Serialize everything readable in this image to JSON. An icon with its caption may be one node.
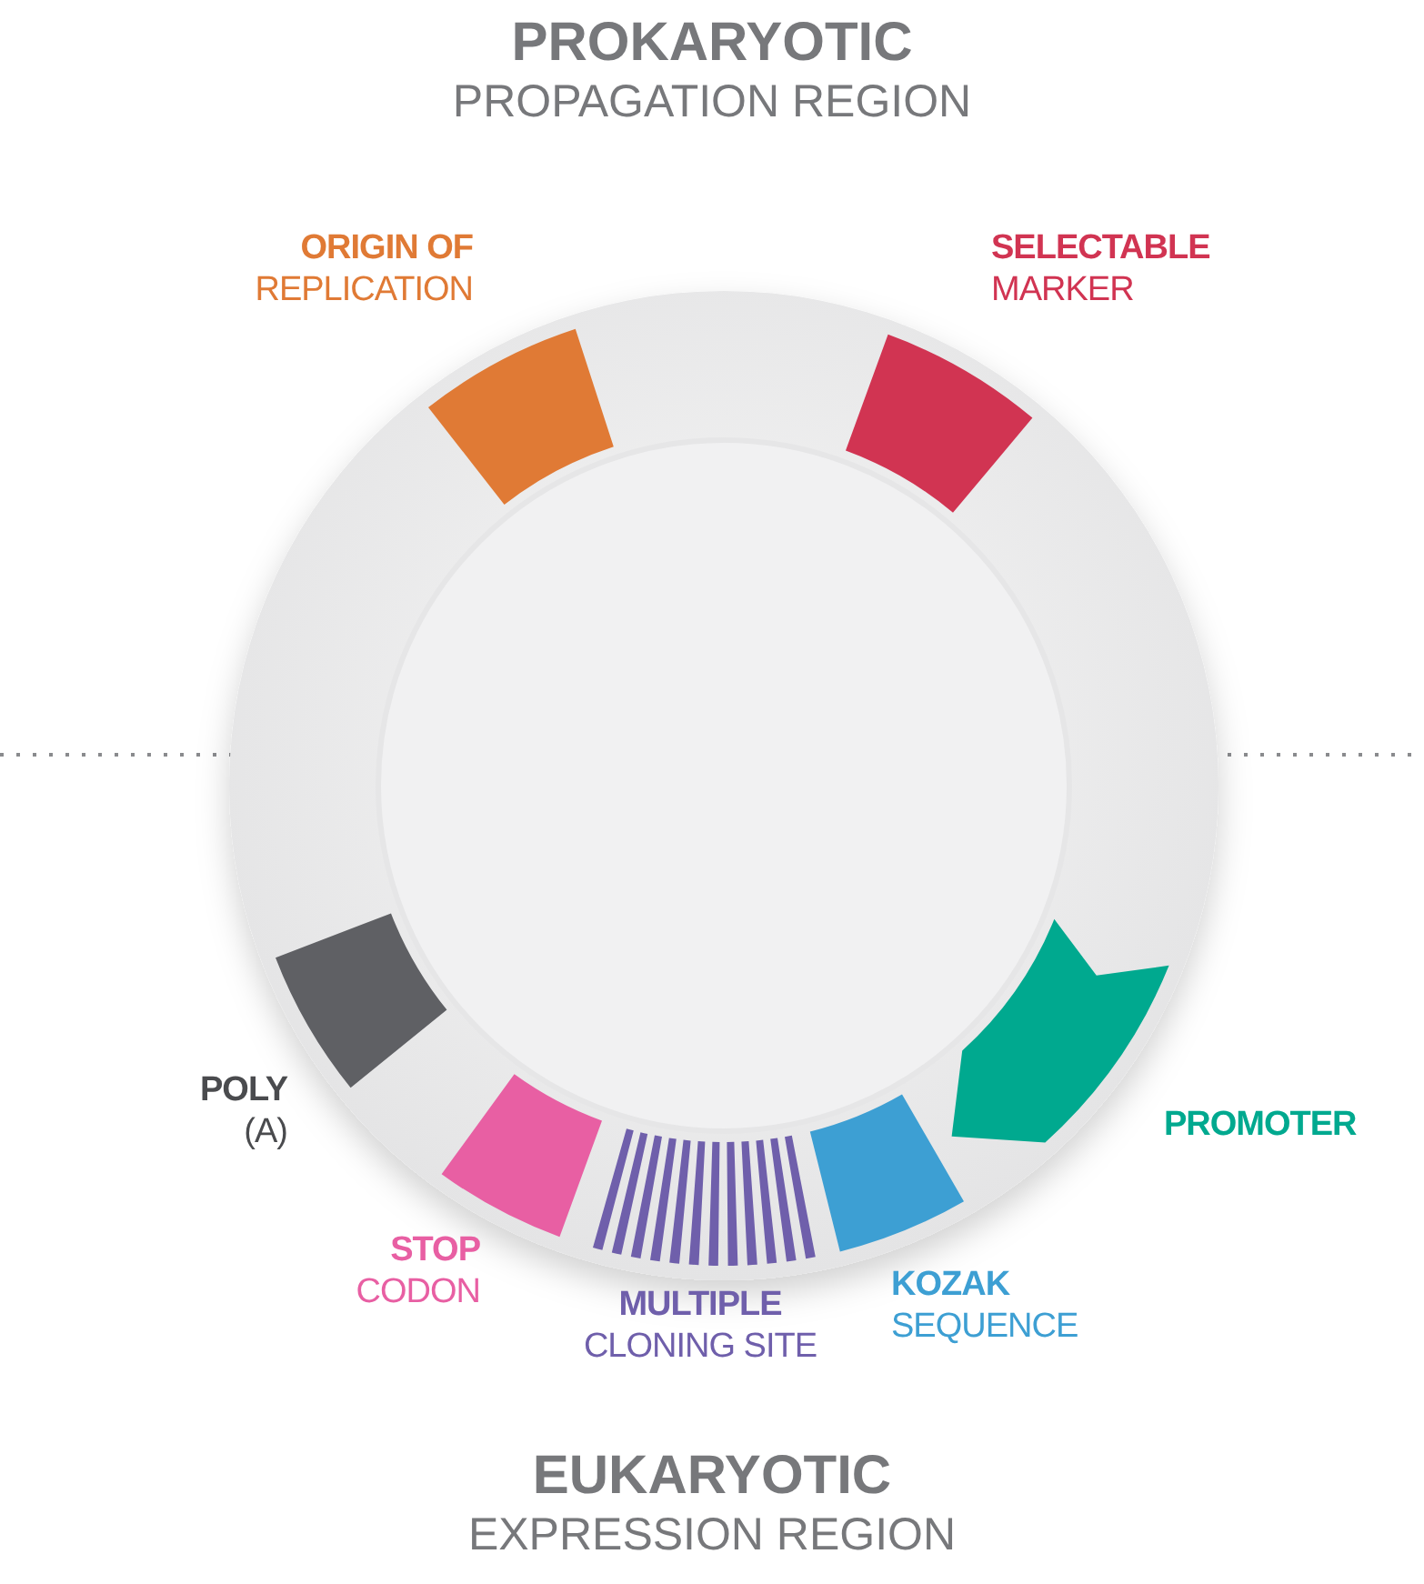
{
  "diagram": {
    "nodes": [
      {
        "text": [],
        "shape": "box",
        "beside": [
          "**ORIGIN OF** REPLICATION"
        ]
      },
      {
        "text": [],
        "shape": "box",
        "beside": [
          "**SELECTABLE** MARKER"
        ]
      },
      {
        "text": [],
        "shape": "arrow",
        "beside": [
          "PROMOTER"
        ]
      },
      {
        "text": [],
        "shape": "box",
        "beside": [
          "**KOZAK** SEQUENCE"
        ]
      },
      {
        "text": [],
        "shape": "stripes",
        "beside": [
          "**MULTIPLE** CLONING SITE"
        ]
      },
      {
        "text": [],
        "shape": "box",
        "beside": [
          "**STOP** CODON"
        ]
      },
      {
        "text": [],
        "shape": "box",
        "beside": [
          "**POLY** (A)"
        ]
      }
    ],
    "labels": [
      "**PROKARYOTIC** PROPAGATION REGION",
      "**EUKARYOTIC** EXPRESSION REGION"
    ]
  }
}
